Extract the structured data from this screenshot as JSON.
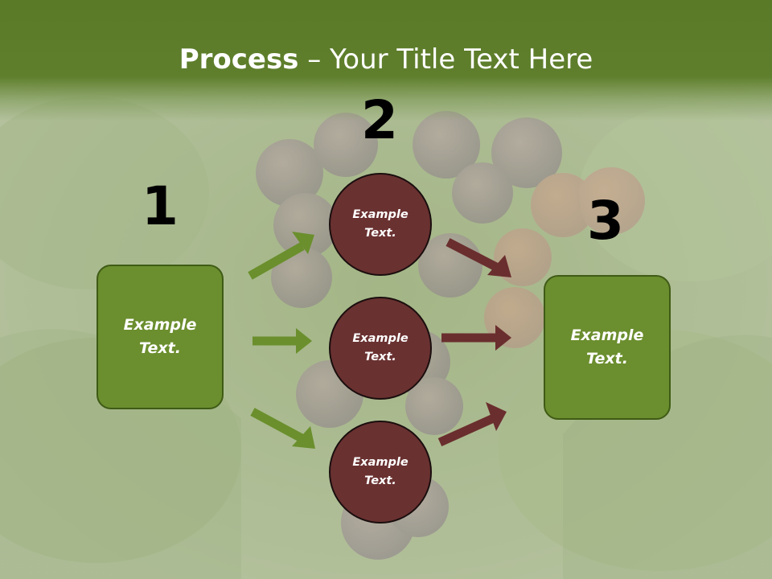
{
  "title": {
    "bold": "Process",
    "rest": " – Your Title Text Here"
  },
  "steps": [
    {
      "number": "1"
    },
    {
      "number": "2"
    },
    {
      "number": "3"
    }
  ],
  "left_box": {
    "line1": "Example",
    "line2": "Text."
  },
  "right_box": {
    "line1": "Example",
    "line2": "Text."
  },
  "circles": [
    {
      "line1": "Example",
      "line2": "Text."
    },
    {
      "line1": "Example",
      "line2": "Text."
    },
    {
      "line1": "Example",
      "line2": "Text."
    }
  ],
  "colors": {
    "header": "#5f7f2c",
    "green_box": "#6b8e2e",
    "green_arrow": "#6a8f2c",
    "circle": "#6a3131",
    "maroon_arrow": "#6a2e2e"
  },
  "background": "faded photo of grapes on a vine"
}
